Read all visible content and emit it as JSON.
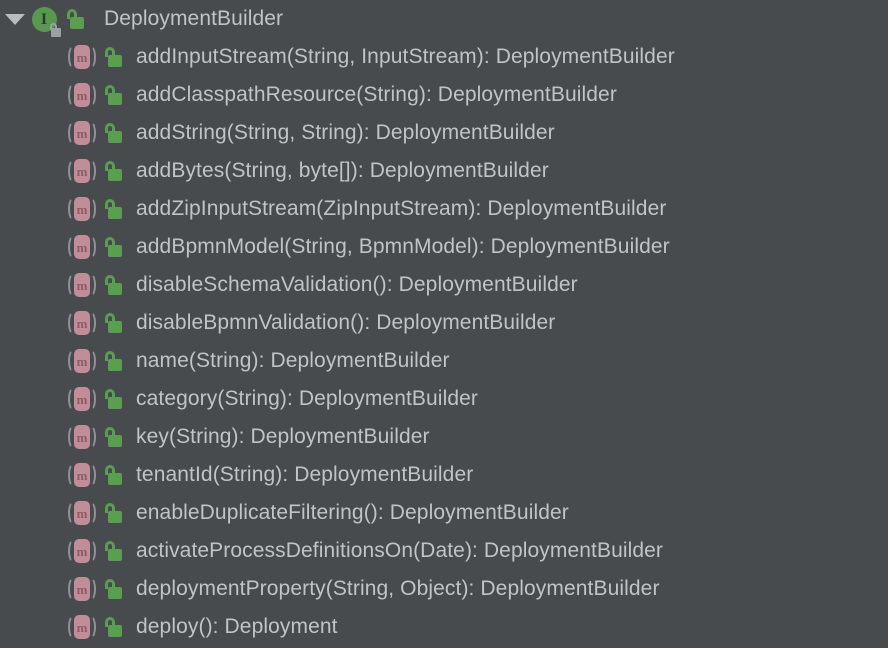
{
  "theme": {
    "background": "#474b4e",
    "text": "#bfc4c6",
    "interface_icon": "#579a4f",
    "method_icon": "#c08d99",
    "public_lock": "#5a9e4f",
    "twisty": "#b9bcbe"
  },
  "tree": {
    "root": {
      "label": "DeploymentBuilder",
      "expanded": true,
      "kind_icon": "interface-icon",
      "visibility_icon": "public-unlocked-icon",
      "badge_icon": "lock-badge-icon",
      "twisty_icon": "triangle-down-icon"
    },
    "members": [
      {
        "label": "addInputStream(String, InputStream): DeploymentBuilder",
        "kind_icon": "method-icon",
        "visibility_icon": "public-unlocked-icon"
      },
      {
        "label": "addClasspathResource(String): DeploymentBuilder",
        "kind_icon": "method-icon",
        "visibility_icon": "public-unlocked-icon"
      },
      {
        "label": "addString(String, String): DeploymentBuilder",
        "kind_icon": "method-icon",
        "visibility_icon": "public-unlocked-icon"
      },
      {
        "label": "addBytes(String, byte[]): DeploymentBuilder",
        "kind_icon": "method-icon",
        "visibility_icon": "public-unlocked-icon"
      },
      {
        "label": "addZipInputStream(ZipInputStream): DeploymentBuilder",
        "kind_icon": "method-icon",
        "visibility_icon": "public-unlocked-icon"
      },
      {
        "label": "addBpmnModel(String, BpmnModel): DeploymentBuilder",
        "kind_icon": "method-icon",
        "visibility_icon": "public-unlocked-icon"
      },
      {
        "label": "disableSchemaValidation(): DeploymentBuilder",
        "kind_icon": "method-icon",
        "visibility_icon": "public-unlocked-icon"
      },
      {
        "label": "disableBpmnValidation(): DeploymentBuilder",
        "kind_icon": "method-icon",
        "visibility_icon": "public-unlocked-icon"
      },
      {
        "label": "name(String): DeploymentBuilder",
        "kind_icon": "method-icon",
        "visibility_icon": "public-unlocked-icon"
      },
      {
        "label": "category(String): DeploymentBuilder",
        "kind_icon": "method-icon",
        "visibility_icon": "public-unlocked-icon"
      },
      {
        "label": "key(String): DeploymentBuilder",
        "kind_icon": "method-icon",
        "visibility_icon": "public-unlocked-icon"
      },
      {
        "label": "tenantId(String): DeploymentBuilder",
        "kind_icon": "method-icon",
        "visibility_icon": "public-unlocked-icon"
      },
      {
        "label": "enableDuplicateFiltering(): DeploymentBuilder",
        "kind_icon": "method-icon",
        "visibility_icon": "public-unlocked-icon"
      },
      {
        "label": "activateProcessDefinitionsOn(Date): DeploymentBuilder",
        "kind_icon": "method-icon",
        "visibility_icon": "public-unlocked-icon"
      },
      {
        "label": "deploymentProperty(String, Object): DeploymentBuilder",
        "kind_icon": "method-icon",
        "visibility_icon": "public-unlocked-icon"
      },
      {
        "label": "deploy(): Deployment",
        "kind_icon": "method-icon",
        "visibility_icon": "public-unlocked-icon"
      }
    ]
  },
  "glyphs": {
    "interface_letter": "I",
    "method_letter": "m"
  }
}
